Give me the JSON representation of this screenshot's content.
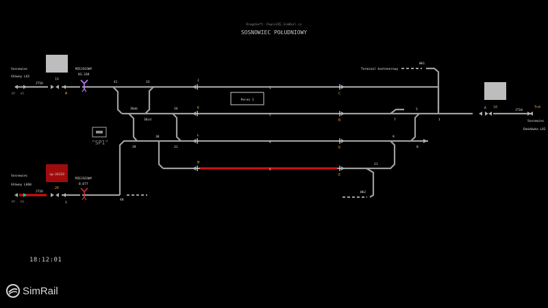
{
  "header": {
    "subtitle": "DiagoSoft: PapinZZE_SimRail.cz",
    "title": "SOSNOWIEC POŁUDNIOWY"
  },
  "clock": "18:12:01",
  "brand": {
    "logo_text": "SimRail",
    "logo_icon": "simrail-logo-icon"
  },
  "left_top": {
    "station_line1": "Sosnowiec",
    "station_line2": "Główny LA2",
    "route": "JT16",
    "signal_num": "16",
    "signal_code": "W",
    "mode_a": "WY",
    "mode_b": "WJ",
    "relief_label": "MIEJSCOWY",
    "relief_value": "83.338"
  },
  "left_bottom": {
    "station_line1": "Sosnowiec",
    "station_line2": "Główny LA60",
    "route": "JT26",
    "signal_num": "26",
    "signal_code": "1",
    "mode_a": "WY",
    "mode_b": "WJ",
    "train_id": "sp-24133",
    "relief_label": "MIEJSCOWY",
    "relief_value": "0.677"
  },
  "right": {
    "route": "JT10",
    "signal_num": "10",
    "signal_code": "A",
    "dest_line1": "Sosnowiec",
    "dest_line2": "Dańdówka LA2",
    "status": "Tn4"
  },
  "platform": "Peron 1",
  "terminal": "Terminal kontenerowy",
  "siding_a": "Wk1",
  "siding_b": "Wk2",
  "signal_post": "\"SP1\"",
  "tracks": {
    "t1": "1",
    "t2": "2",
    "t4": "4",
    "t6": "6"
  },
  "switches": {
    "s41": "41",
    "s33": "33",
    "s34": "34",
    "s36ab": "36ab",
    "s36cd": "36cd",
    "s39": "39",
    "s38": "38",
    "s31": "31",
    "s40": "40",
    "s5": "5",
    "s7": "7",
    "s1": "1",
    "s9": "9",
    "s8": "8",
    "s11": "11"
  },
  "signals": {
    "J": "J",
    "K": "K",
    "L": "L",
    "M": "M",
    "C": "C",
    "B": "B",
    "D": "D",
    "E": "E"
  },
  "colors": {
    "occupied": "#d01010",
    "free": "#a0a0a0",
    "signal_yellow": "#e0a040",
    "relief": "#c080ff"
  }
}
